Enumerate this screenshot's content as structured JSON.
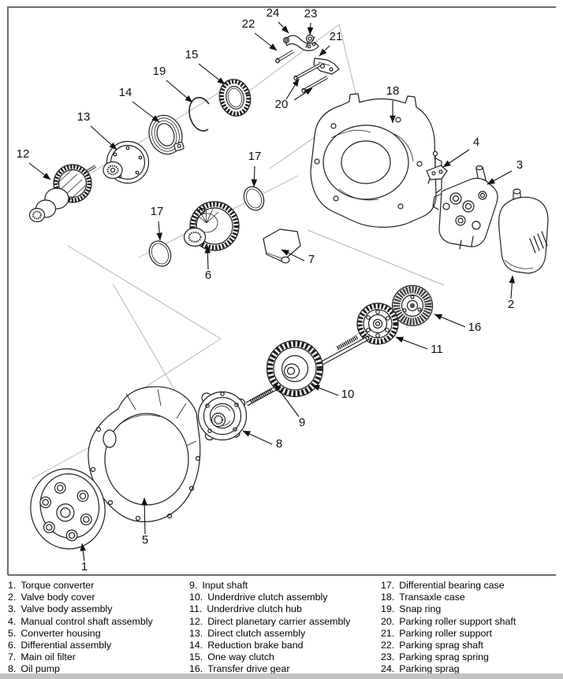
{
  "figure": {
    "callouts": {
      "c1": "1",
      "c2": "2",
      "c3": "3",
      "c4": "4",
      "c5": "5",
      "c6": "6",
      "c7": "7",
      "c8": "8",
      "c9": "9",
      "c10": "10",
      "c11": "11",
      "c12": "12",
      "c13": "13",
      "c14": "14",
      "c15": "15",
      "c16": "16",
      "c17a": "17",
      "c17b": "17",
      "c18": "18",
      "c19": "19",
      "c20": "20",
      "c21": "21",
      "c22": "22",
      "c23": "23",
      "c24": "24"
    }
  },
  "legend": {
    "columns": [
      {
        "items": [
          {
            "num": "1.",
            "label": "Torque converter"
          },
          {
            "num": "2.",
            "label": "Valve body cover"
          },
          {
            "num": "3.",
            "label": "Valve body assembly"
          },
          {
            "num": "4.",
            "label": "Manual control shaft assembly"
          },
          {
            "num": "5.",
            "label": "Converter housing"
          },
          {
            "num": "6.",
            "label": "Differential assembly"
          },
          {
            "num": "7.",
            "label": "Main oil filter"
          },
          {
            "num": "8.",
            "label": "Oil pump"
          }
        ]
      },
      {
        "items": [
          {
            "num": "9.",
            "label": "Input shaft"
          },
          {
            "num": "10.",
            "label": "Underdrive clutch assembly"
          },
          {
            "num": "11.",
            "label": "Underdrive clutch hub"
          },
          {
            "num": "12.",
            "label": "Direct planetary carrier assembly"
          },
          {
            "num": "13.",
            "label": "Direct clutch assembly"
          },
          {
            "num": "14.",
            "label": "Reduction brake band"
          },
          {
            "num": "15.",
            "label": "One way clutch"
          },
          {
            "num": "16.",
            "label": "Transfer drive gear"
          }
        ]
      },
      {
        "items": [
          {
            "num": "17.",
            "label": "Differential bearing case"
          },
          {
            "num": "18.",
            "label": "Transaxle case"
          },
          {
            "num": "19.",
            "label": "Snap ring"
          },
          {
            "num": "20.",
            "label": "Parking roller support shaft"
          },
          {
            "num": "21.",
            "label": "Parking roller support"
          },
          {
            "num": "22.",
            "label": "Parking sprag shaft"
          },
          {
            "num": "23.",
            "label": "Parking sprag spring"
          },
          {
            "num": "24.",
            "label": "Parking sprag"
          }
        ]
      }
    ]
  },
  "colors": {
    "line": "#1f1f1f",
    "border": "#6b6b6b",
    "guide": "#9a9a9a",
    "bottom_bar": "#c3c3c3"
  }
}
